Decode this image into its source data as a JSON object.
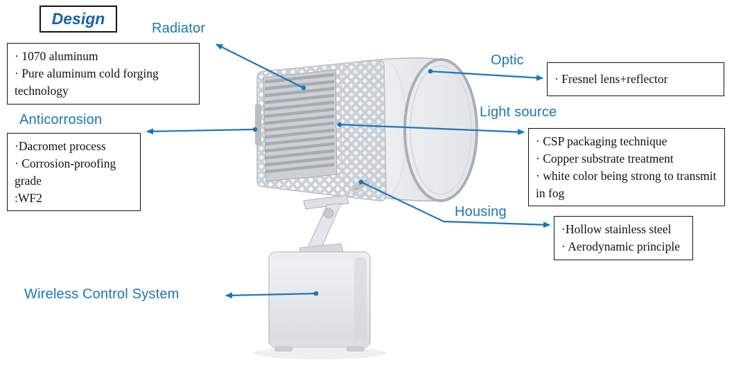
{
  "design": {
    "title": "Design",
    "notes": [
      "· 1070 aluminum",
      "· Pure aluminum cold forging technology"
    ]
  },
  "callouts": {
    "radiator": {
      "label": "Radiator"
    },
    "optic": {
      "label": "Optic",
      "notes": [
        "· Fresnel lens+reflector"
      ]
    },
    "light_source": {
      "label": "Light source",
      "notes": [
        "· CSP packaging technique",
        "· Copper substrate treatment",
        "· white color being strong to transmit in fog"
      ]
    },
    "anticorrosion": {
      "label": "Anticorrosion",
      "notes": [
        "·Dacromet process",
        "· Corrosion-proofing grade",
        ":WF2"
      ]
    },
    "housing": {
      "label": "Housing",
      "notes": [
        "·Hollow stainless steel",
        "· Aerodynamic principle"
      ]
    },
    "wireless": {
      "label": "Wireless Control System"
    }
  },
  "colors": {
    "accent": "#1b75bc",
    "box_border": "#111111"
  }
}
